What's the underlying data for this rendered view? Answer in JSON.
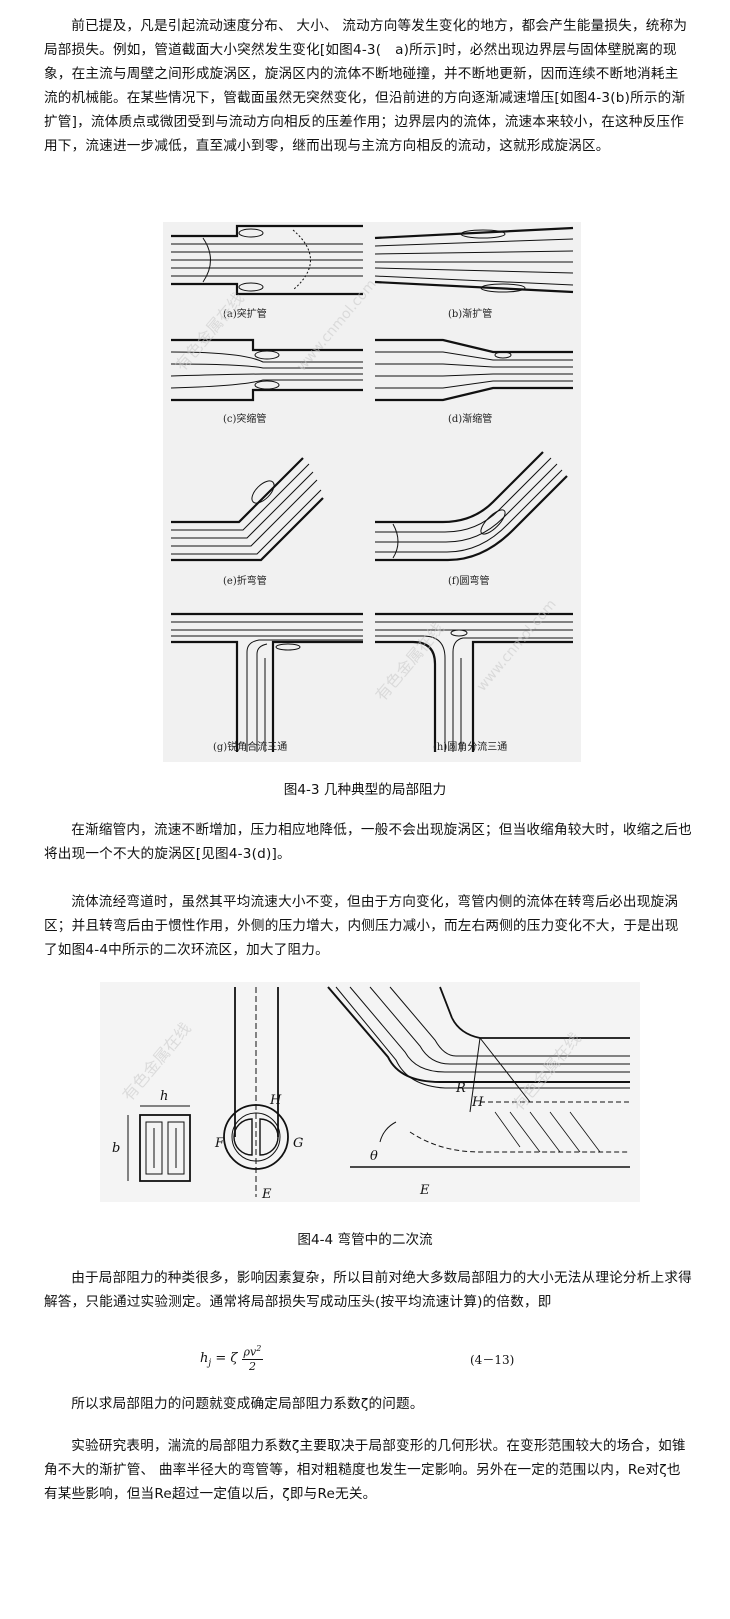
{
  "paragraphs": {
    "p1": "前已提及，凡是引起流动速度分布、 大小、 流动方向等发生变化的地方，都会产生能量损失，统称为局部损失。例如，管道截面大小突然发生变化[如图4-3(　a)所示]时，必然出现边界层与固体壁脱离的现象，在主流与周壁之间形成旋涡区，旋涡区内的流体不断地碰撞，并不断地更新，因而连续不断地消耗主流的机械能。在某些情况下，管截面虽然无突然变化，但沿前进的方向逐渐减速增压[如图4-3(b)所示的渐扩管]，流体质点或微团受到与流动方向相反的压差作用；边界层内的流体，流速本来较小，在这种反压作用下，流速进一步减低，直至减小到零，继而出现与主流方向相反的流动，这就形成旋涡区。",
    "p2": "在渐缩管内，流速不断增加，压力相应地降低，一般不会出现旋涡区；但当收缩角较大时，收缩之后也将出现一个不大的旋涡区[见图4-3(d)]。",
    "p3": "流体流经弯道时，虽然其平均流速大小不变，但由于方向变化，弯管内侧的流体在转弯后必出现旋涡区；并且转弯后由于惯性作用，外侧的压力增大，内侧压力减小，而左右两侧的压力变化不大，于是出现了如图4-4中所示的二次环流区，加大了阻力。",
    "p4": "由于局部阻力的种类很多，影响因素复杂，所以目前对绝大多数局部阻力的大小无法从理论分析上求得解答，只能通过实验测定。通常将局部损失写成动压头(按平均流速计算)的倍数，即",
    "p5": "所以求局部阻力的问题就变成确定局部阻力系数ζ的问题。",
    "p6": "实验研究表明，湍流的局部阻力系数ζ主要取决于局部变形的几何形状。在变形范围较大的场合，如锥角不大的渐扩管、 曲率半径大的弯管等，相对粗糙度也发生一定影响。另外在一定的范围以内，Re对ζ也有某些影响，但当Re超过一定值以后，ζ即与Re无关。"
  },
  "figure43": {
    "caption": "图4-3 几种典型的局部阻力",
    "sub_a": "(a)突扩管",
    "sub_b": "(b)渐扩管",
    "sub_c": "(c)突缩管",
    "sub_d": "(d)渐缩管",
    "sub_e": "(e)折弯管",
    "sub_f": "(f)圆弯管",
    "sub_g": "(g)锐角合流三通",
    "sub_h": "(h)圆角分流三通"
  },
  "figure44": {
    "caption": "图4-4 弯管中的二次流",
    "label_h": "h",
    "label_b": "b",
    "label_H1": "H",
    "label_F": "F",
    "label_G": "G",
    "label_E1": "E",
    "label_R": "R",
    "label_H2": "H",
    "label_theta": "θ",
    "label_E2": "E"
  },
  "equation": {
    "lhs": "h",
    "lhs_sub": "j",
    "eq_sign": "=",
    "zeta": "ζ",
    "numerator": "ρv",
    "numerator_sup": "2",
    "denominator": "2",
    "number": "(4－13)"
  },
  "watermarks": {
    "cn": "有色金属在线",
    "url": "www.cnmol.com"
  }
}
